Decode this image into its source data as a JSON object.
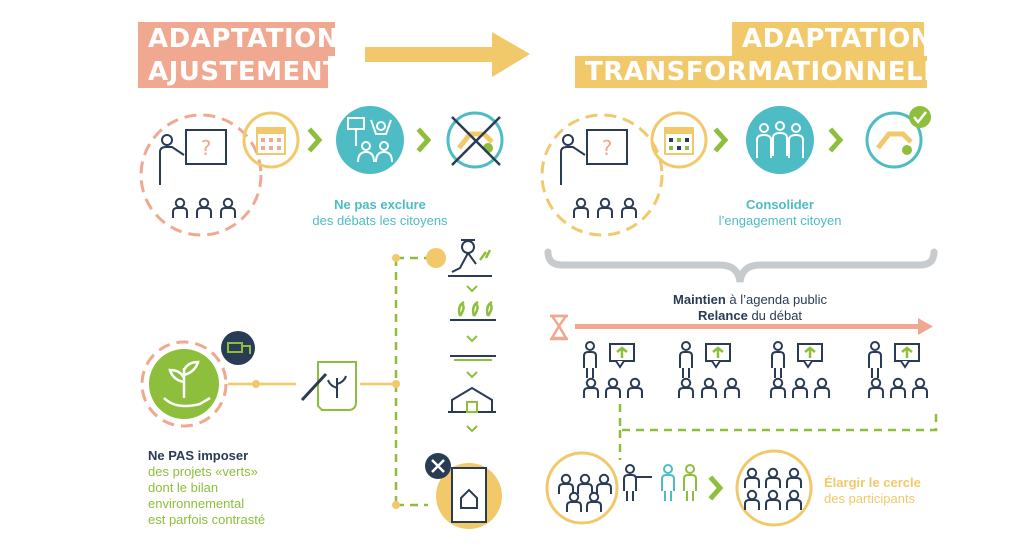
{
  "titles": {
    "left": {
      "line1": "ADAPTATION",
      "line2": "AJUSTEMENT"
    },
    "right": {
      "line1": "ADAPTATION",
      "line2": "TRANSFORMATIONNELLE"
    }
  },
  "labels": {
    "exclude_bold": "Ne pas exclure",
    "exclude_rest": "des débats les citoyens",
    "consolidate_bold": "Consolider",
    "consolidate_rest": "l’engagement citoyen",
    "agenda_bold": "Maintien",
    "agenda_rest": " à l’agenda public",
    "relance_bold": "Relance",
    "relance_rest": " du débat",
    "green_bold": "Ne PAS imposer",
    "green_lines": [
      "des projets «verts»",
      "dont le bilan",
      "environnemental",
      "est parfois contrasté"
    ],
    "widen_line1": "Élargir le cercle",
    "widen_line2": "des participants"
  },
  "colors": {
    "salmon": "#f0a891",
    "gold": "#f2c96a",
    "teal": "#4ebcc4",
    "green": "#8dbf3c",
    "navy": "#2a3b55",
    "gray": "#c7cbcd"
  },
  "icons": [
    "presentation-icon",
    "calendar-icon",
    "protest-icon",
    "no-handshake-icon",
    "team-icon",
    "handshake-check-icon",
    "farmer-icon",
    "sprout-icon",
    "soil-icon",
    "greenhouse-icon",
    "plant-hand-icon",
    "hand-money-icon",
    "document-plant-icon",
    "document-house-icon",
    "hourglass-icon",
    "crowd-icon"
  ]
}
